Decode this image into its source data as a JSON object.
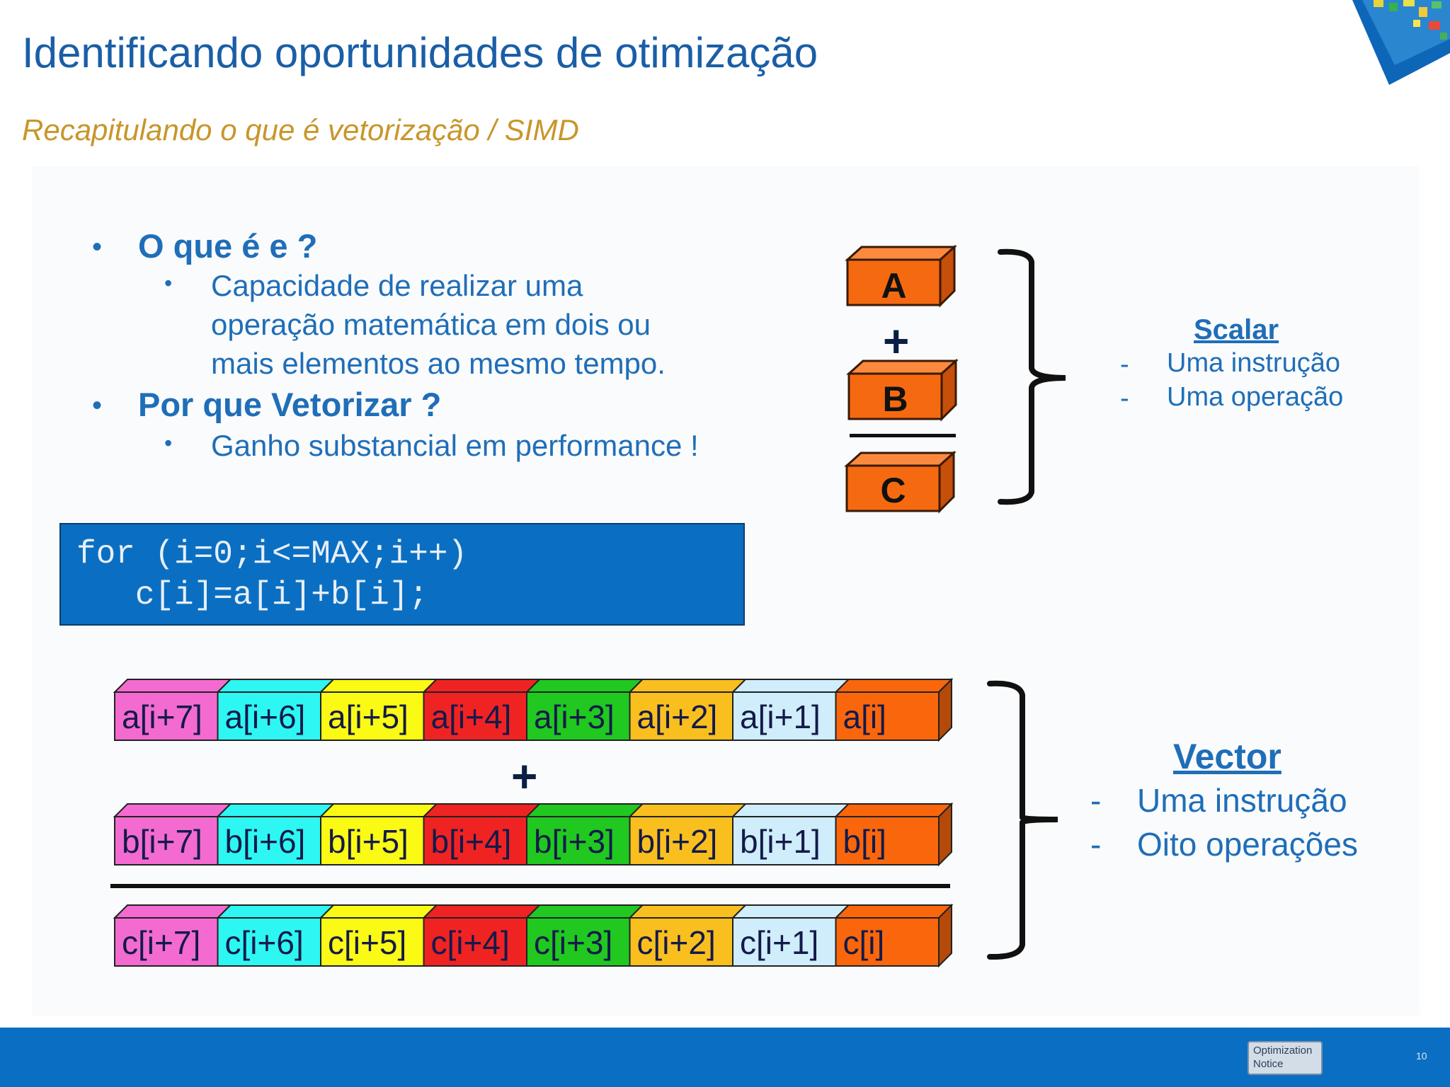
{
  "slide": {
    "title": "Identificando oportunidades de otimização",
    "subtitle": "Recapitulando o que é vetorização / SIMD",
    "bullets": [
      {
        "heading": "O que é e ?",
        "detail": [
          "Capacidade de realizar uma",
          "operação matemática em dois ou",
          "mais elementos ao mesmo tempo."
        ]
      },
      {
        "heading": "Por que Vetorizar ?",
        "detail": [
          "Ganho substancial em performance !"
        ]
      }
    ],
    "code": [
      "for (i=0;i<=MAX;i++)",
      "   c[i]=a[i]+b[i];"
    ],
    "scalar": {
      "operands": [
        "A",
        "B",
        "C"
      ],
      "operator": "+",
      "label": "Scalar",
      "items": [
        "Uma instrução",
        "Uma operação"
      ],
      "dash": "-"
    },
    "vector": {
      "operator": "+",
      "label": "Vector",
      "items": [
        "Uma instrução",
        "Oito operações"
      ],
      "dash": "-",
      "rows": [
        [
          "a[i+7]",
          "a[i+6]",
          "a[i+5]",
          "a[i+4]",
          "a[i+3]",
          "a[i+2]",
          "a[i+1]",
          "a[i]"
        ],
        [
          "b[i+7]",
          "b[i+6]",
          "b[i+5]",
          "b[i+4]",
          "b[i+3]",
          "b[i+2]",
          "b[i+1]",
          "b[i]"
        ],
        [
          "c[i+7]",
          "c[i+6]",
          "c[i+5]",
          "c[i+4]",
          "c[i+3]",
          "c[i+2]",
          "c[i+1]",
          "c[i]"
        ]
      ],
      "lane_colors": [
        "#f36bd0",
        "#2ef6f2",
        "#fafa14",
        "#f02323",
        "#20c820",
        "#f9bf1e",
        "#cfedfa",
        "#fa660c"
      ]
    },
    "footer": {
      "notice": [
        "Optimization",
        "Notice"
      ],
      "page_number": "10"
    }
  }
}
